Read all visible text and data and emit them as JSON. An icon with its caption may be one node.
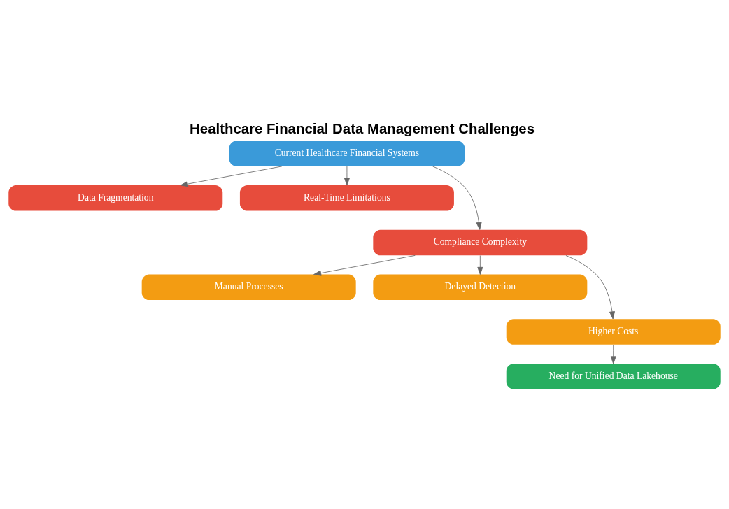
{
  "diagram": {
    "title": "Healthcare Financial Data Management Challenges",
    "nodes": [
      {
        "text": [
          "Current Healthcare Financial Systems"
        ]
      },
      {
        "text": [
          "Data Fragmentation"
        ]
      },
      {
        "text": [
          "Real-Time Limitations"
        ]
      },
      {
        "text": [
          "Compliance Complexity"
        ]
      },
      {
        "text": [
          "Manual Processes"
        ]
      },
      {
        "text": [
          "Delayed Detection"
        ]
      },
      {
        "text": [
          "Higher Costs"
        ]
      },
      {
        "text": [
          "Need for Unified Data Lakehouse"
        ]
      }
    ],
    "edges": [
      {
        "from": 0,
        "to": 1,
        "arrow": "to"
      },
      {
        "from": 0,
        "to": 2,
        "arrow": "to"
      },
      {
        "from": 0,
        "to": 3,
        "arrow": "to"
      },
      {
        "from": 3,
        "to": 4,
        "arrow": "to"
      },
      {
        "from": 3,
        "to": 5,
        "arrow": "to"
      },
      {
        "from": 3,
        "to": 6,
        "arrow": "to"
      },
      {
        "from": 6,
        "to": 7,
        "arrow": "to"
      }
    ]
  }
}
